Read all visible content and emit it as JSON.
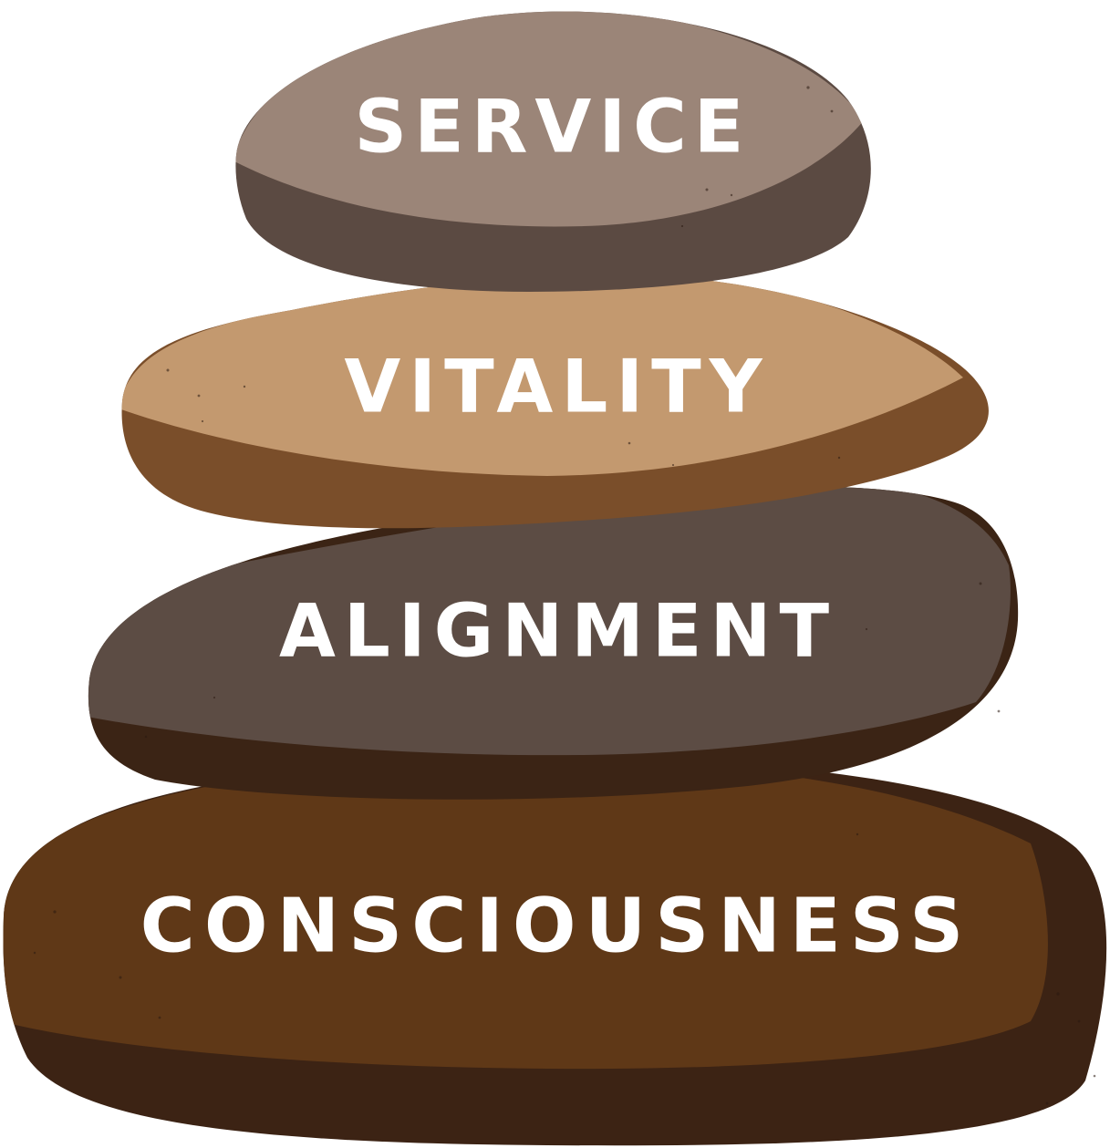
{
  "stones": [
    {
      "label": "SERVICE",
      "top_color": "#9b8578",
      "shade_color": "#5b4a42"
    },
    {
      "label": "VITALITY",
      "top_color": "#c3996f",
      "shade_color": "#7a4e2a"
    },
    {
      "label": "ALIGNMENT",
      "top_color": "#5c4c44",
      "shade_color": "#3b2415"
    },
    {
      "label": "CONSCIOUSNESS",
      "top_color": "#5f3817",
      "shade_color": "#3c2314"
    }
  ]
}
